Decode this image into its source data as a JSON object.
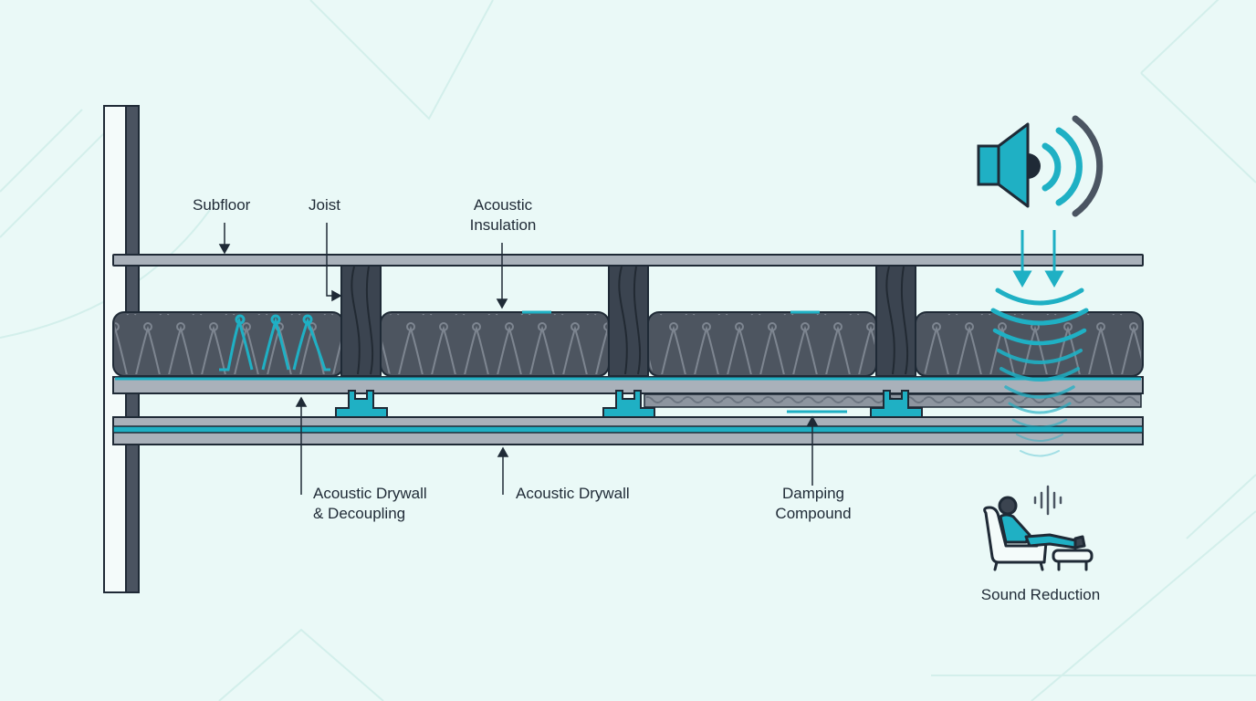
{
  "labels": {
    "subfloor": "Subfloor",
    "joist": "Joist",
    "insulation": [
      "Acoustic",
      "Insulation"
    ],
    "drywall_decoupling": [
      "Acoustic Drywall",
      "& Decoupling"
    ],
    "drywall": "Acoustic Drywall",
    "damping": [
      "Damping",
      "Compound"
    ],
    "sound_reduction": "Sound Reduction"
  },
  "icons": [
    "speaker-icon",
    "sound-wave-icon",
    "person-reclining-icon",
    "armchair-icon",
    "ottoman-icon",
    "soundbar-icon"
  ],
  "colors": {
    "background": "#eaf9f7",
    "outline": "#1f2a36",
    "panel": "#a9b1ba",
    "insulation": "#4d5560",
    "joist": "#3b4450",
    "accent": "#1fb0c4"
  }
}
